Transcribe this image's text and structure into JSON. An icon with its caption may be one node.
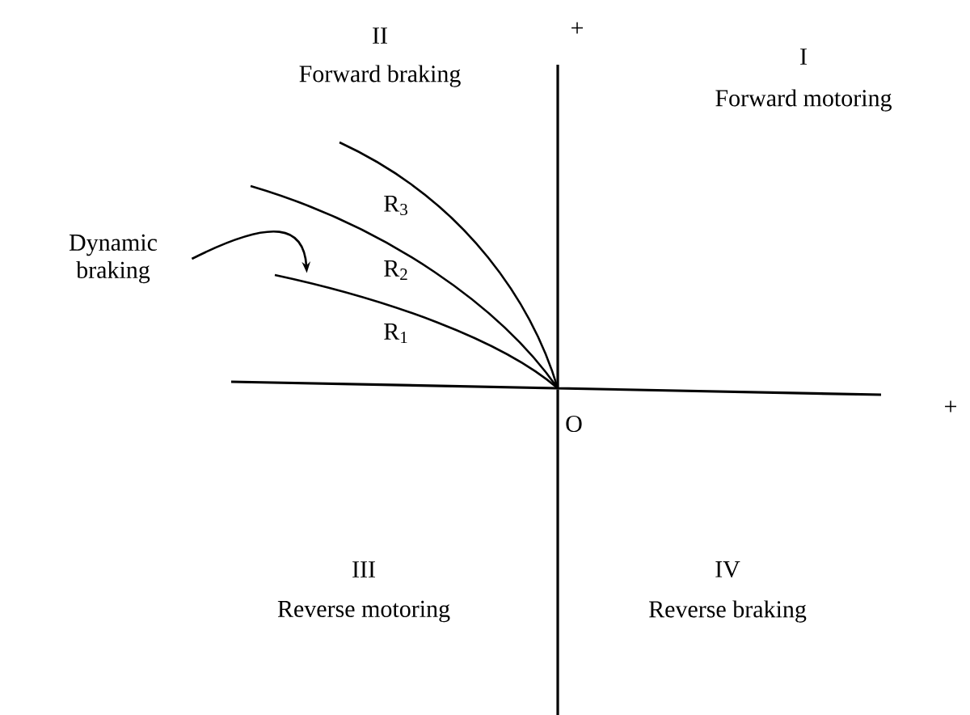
{
  "diagram": {
    "nodes": [
      {
        "text": [
          "Dynamic braking"
        ]
      },
      {
        "text": [],
        "shape": "curve"
      }
    ],
    "edges": [
      {
        "from": 0,
        "to": 1,
        "arrow": "to"
      }
    ],
    "labels": [
      "II",
      "Forward braking",
      "+",
      "I",
      "Forward motoring",
      "R$_{3}$",
      "R$_{2}$",
      "R$_{1}$",
      "O",
      "+",
      "III",
      "Reverse motoring",
      "IV",
      "Reverse braking"
    ]
  }
}
